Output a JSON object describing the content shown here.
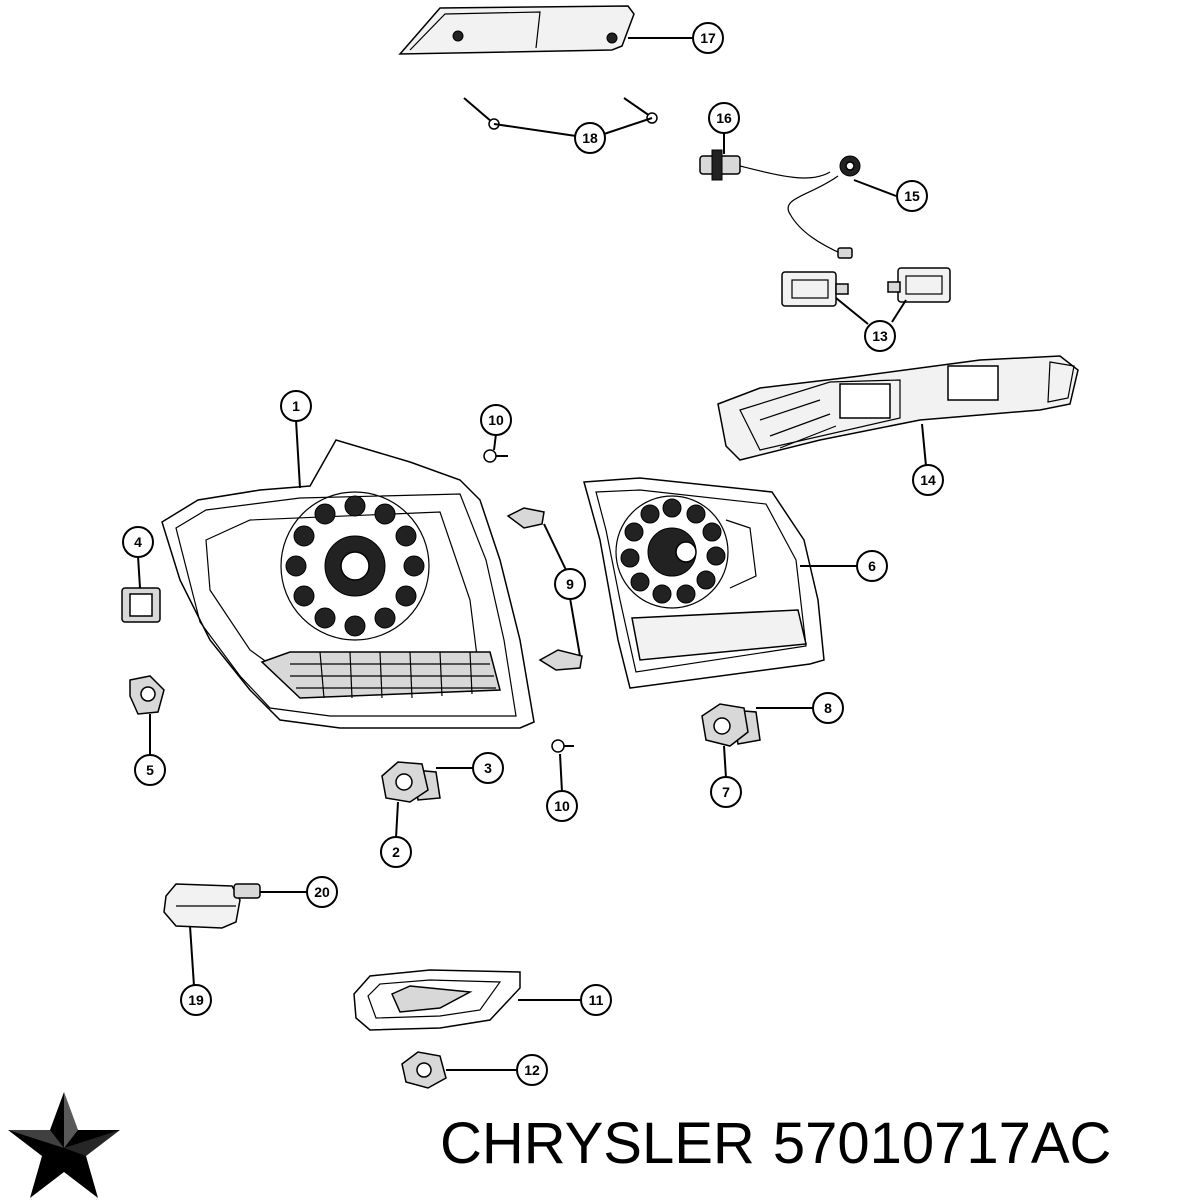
{
  "caption": {
    "brand": "CHRYSLER",
    "part_number": "57010717AC"
  },
  "logo": {
    "icon": "chrysler-pentastar-icon",
    "color": "#000000"
  },
  "callouts": [
    "1",
    "2",
    "3",
    "4",
    "5",
    "6",
    "7",
    "8",
    "9",
    "10",
    "10",
    "11",
    "12",
    "13",
    "14",
    "15",
    "16",
    "17",
    "18",
    "19",
    "20"
  ]
}
